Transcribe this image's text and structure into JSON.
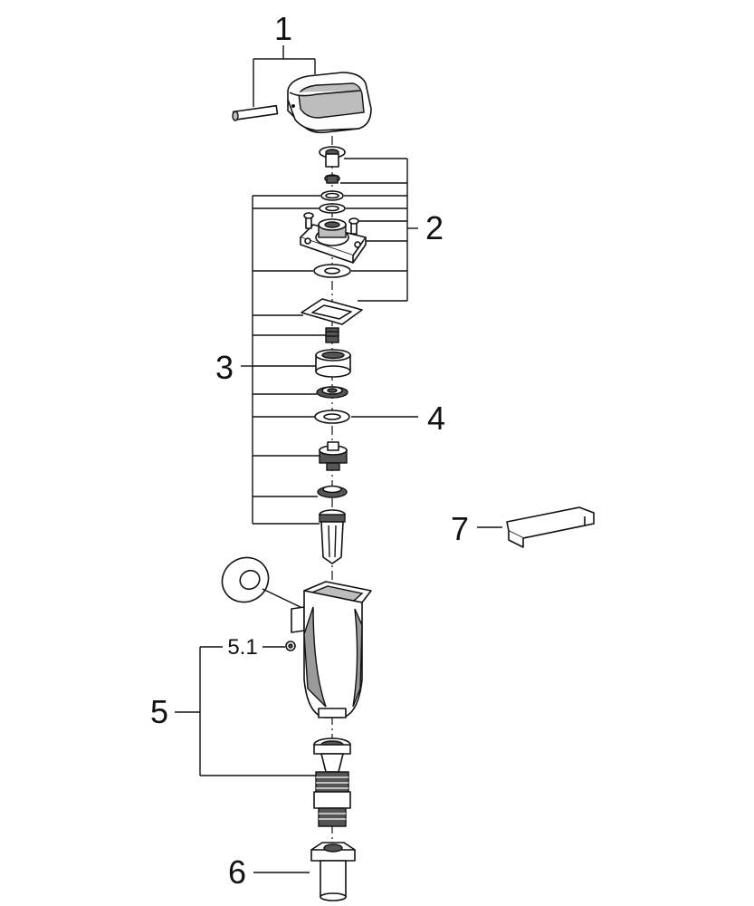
{
  "callouts": [
    {
      "id": "1",
      "label": "1"
    },
    {
      "id": "2",
      "label": "2"
    },
    {
      "id": "3",
      "label": "3"
    },
    {
      "id": "4",
      "label": "4"
    },
    {
      "id": "5",
      "label": "5"
    },
    {
      "id": "5_1",
      "label": "5.1"
    },
    {
      "id": "6",
      "label": "6"
    },
    {
      "id": "7",
      "label": "7"
    }
  ]
}
